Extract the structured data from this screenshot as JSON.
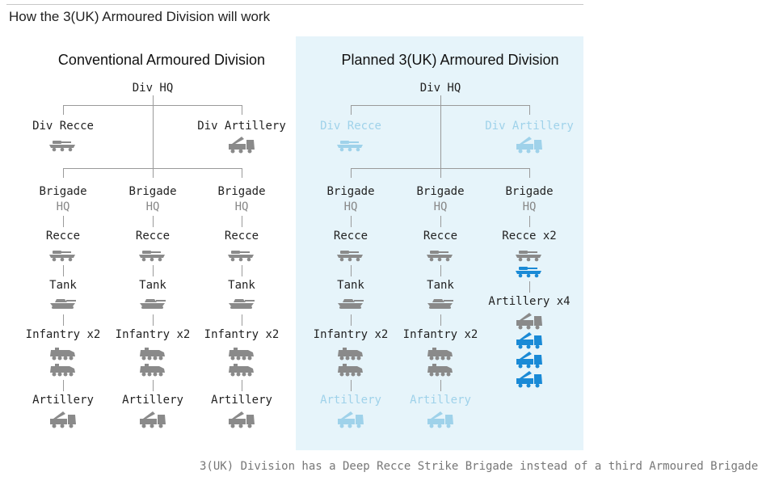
{
  "title": "How the 3(UK) Armoured Division will work",
  "footnote": "3(UK) Division has a Deep Recce Strike Brigade instead of a third Armoured Brigade",
  "colors": {
    "grey": "#8a8a8a",
    "blue": "#1a8ad6",
    "faded": "#9fd2ea",
    "panel": "#e6f4fa"
  },
  "panels": [
    {
      "title": "Conventional Armoured Division",
      "div_hq": "Div HQ",
      "div_recce": "Div Recce",
      "div_artillery": "Div Artillery",
      "div_style": "normal",
      "brigades": [
        {
          "l1": "Brigade",
          "l2": "HQ",
          "items": [
            {
              "label": "Recce",
              "style": "normal",
              "icons": [
                {
                  "type": "recce-vehicle",
                  "color": "grey"
                }
              ]
            },
            {
              "label": "Tank",
              "style": "normal",
              "icons": [
                {
                  "type": "tank",
                  "color": "grey"
                }
              ]
            },
            {
              "label": "Infantry x2",
              "style": "normal",
              "icons": [
                {
                  "type": "apc",
                  "color": "grey"
                },
                {
                  "type": "apc",
                  "color": "grey"
                }
              ]
            },
            {
              "label": "Artillery",
              "style": "normal",
              "icons": [
                {
                  "type": "rocket-launcher",
                  "color": "grey"
                }
              ]
            }
          ]
        },
        {
          "l1": "Brigade",
          "l2": "HQ",
          "items": [
            {
              "label": "Recce",
              "style": "normal",
              "icons": [
                {
                  "type": "recce-vehicle",
                  "color": "grey"
                }
              ]
            },
            {
              "label": "Tank",
              "style": "normal",
              "icons": [
                {
                  "type": "tank",
                  "color": "grey"
                }
              ]
            },
            {
              "label": "Infantry x2",
              "style": "normal",
              "icons": [
                {
                  "type": "apc",
                  "color": "grey"
                },
                {
                  "type": "apc",
                  "color": "grey"
                }
              ]
            },
            {
              "label": "Artillery",
              "style": "normal",
              "icons": [
                {
                  "type": "rocket-launcher",
                  "color": "grey"
                }
              ]
            }
          ]
        },
        {
          "l1": "Brigade",
          "l2": "HQ",
          "items": [
            {
              "label": "Recce",
              "style": "normal",
              "icons": [
                {
                  "type": "recce-vehicle",
                  "color": "grey"
                }
              ]
            },
            {
              "label": "Tank",
              "style": "normal",
              "icons": [
                {
                  "type": "tank",
                  "color": "grey"
                }
              ]
            },
            {
              "label": "Infantry x2",
              "style": "normal",
              "icons": [
                {
                  "type": "apc",
                  "color": "grey"
                },
                {
                  "type": "apc",
                  "color": "grey"
                }
              ]
            },
            {
              "label": "Artillery",
              "style": "normal",
              "icons": [
                {
                  "type": "rocket-launcher",
                  "color": "grey"
                }
              ]
            }
          ]
        }
      ]
    },
    {
      "title": "Planned 3(UK) Armoured Division",
      "div_hq": "Div HQ",
      "div_recce": "Div Recce",
      "div_artillery": "Div Artillery",
      "div_style": "faded",
      "brigades": [
        {
          "l1": "Brigade",
          "l2": "HQ",
          "items": [
            {
              "label": "Recce",
              "style": "normal",
              "icons": [
                {
                  "type": "recce-vehicle",
                  "color": "grey"
                }
              ]
            },
            {
              "label": "Tank",
              "style": "normal",
              "icons": [
                {
                  "type": "tank",
                  "color": "grey"
                }
              ]
            },
            {
              "label": "Infantry x2",
              "style": "normal",
              "icons": [
                {
                  "type": "apc",
                  "color": "grey"
                },
                {
                  "type": "apc",
                  "color": "grey"
                }
              ]
            },
            {
              "label": "Artillery",
              "style": "faded",
              "icons": [
                {
                  "type": "rocket-launcher",
                  "color": "faded"
                }
              ]
            }
          ]
        },
        {
          "l1": "Brigade",
          "l2": "HQ",
          "items": [
            {
              "label": "Recce",
              "style": "normal",
              "icons": [
                {
                  "type": "recce-vehicle",
                  "color": "grey"
                }
              ]
            },
            {
              "label": "Tank",
              "style": "normal",
              "icons": [
                {
                  "type": "tank",
                  "color": "grey"
                }
              ]
            },
            {
              "label": "Infantry x2",
              "style": "normal",
              "icons": [
                {
                  "type": "apc",
                  "color": "grey"
                },
                {
                  "type": "apc",
                  "color": "grey"
                }
              ]
            },
            {
              "label": "Artillery",
              "style": "faded",
              "icons": [
                {
                  "type": "rocket-launcher",
                  "color": "faded"
                }
              ]
            }
          ]
        },
        {
          "l1": "Brigade",
          "l2": "HQ",
          "items": [
            {
              "label": "Recce x2",
              "style": "normal",
              "icons": [
                {
                  "type": "recce-vehicle",
                  "color": "grey"
                },
                {
                  "type": "recce-vehicle",
                  "color": "blue"
                }
              ]
            },
            {
              "label": "Artillery x4",
              "style": "normal",
              "icons": [
                {
                  "type": "rocket-launcher",
                  "color": "grey"
                },
                {
                  "type": "rocket-launcher",
                  "color": "blue"
                },
                {
                  "type": "rocket-launcher",
                  "color": "blue"
                },
                {
                  "type": "rocket-launcher",
                  "color": "blue"
                }
              ]
            }
          ]
        }
      ]
    }
  ]
}
